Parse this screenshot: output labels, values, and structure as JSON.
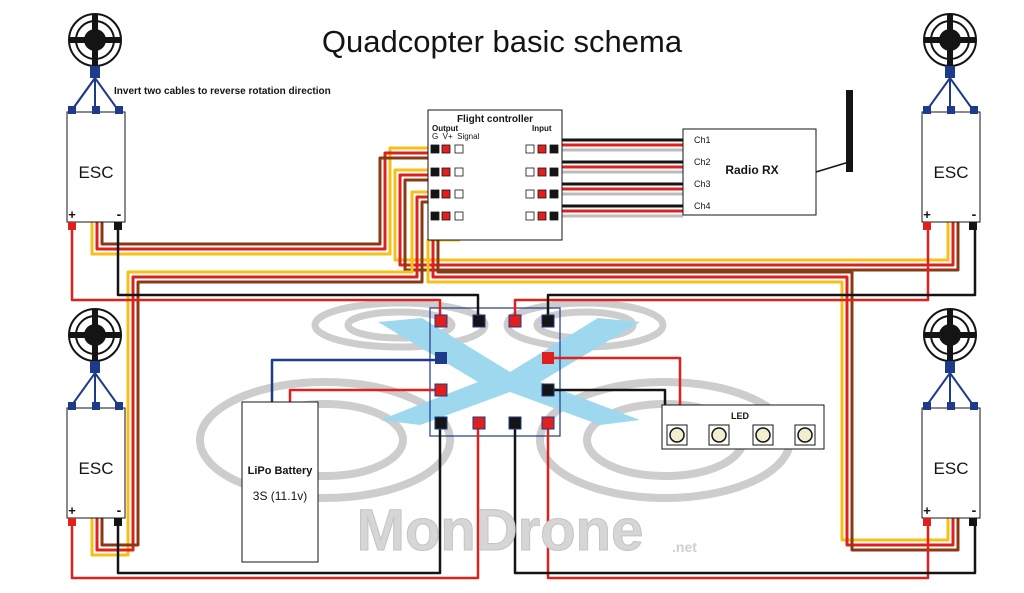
{
  "title": "Quadcopter basic schema",
  "note": "Invert two cables to reverse rotation direction",
  "esc": {
    "label": "ESC",
    "plus": "+",
    "minus": "-"
  },
  "flight_controller": {
    "title": "Flight controller",
    "output_label": "Output",
    "input_label": "Input",
    "pin_labels": "G  V+  Signal"
  },
  "receiver": {
    "label": "Radio RX",
    "channels": [
      "Ch1",
      "Ch2",
      "Ch3",
      "Ch4"
    ]
  },
  "battery": {
    "label": "LiPo Battery",
    "spec": "3S (11.1v)"
  },
  "led": {
    "label": "LED",
    "count": 4
  },
  "watermark": {
    "name": "MonDrone",
    "suffix": ".net"
  },
  "colors": {
    "background": "#ffffff",
    "wire_red": "#e0201d",
    "wire_black": "#141414",
    "wire_yellow": "#f5c116",
    "wire_brown": "#8a3a12",
    "pin_blue": "#1e3a8a",
    "board_blue": "#9ed8ef",
    "frame_grey": "#c9c9c9",
    "watermark_grey": "#cfcfcf"
  }
}
